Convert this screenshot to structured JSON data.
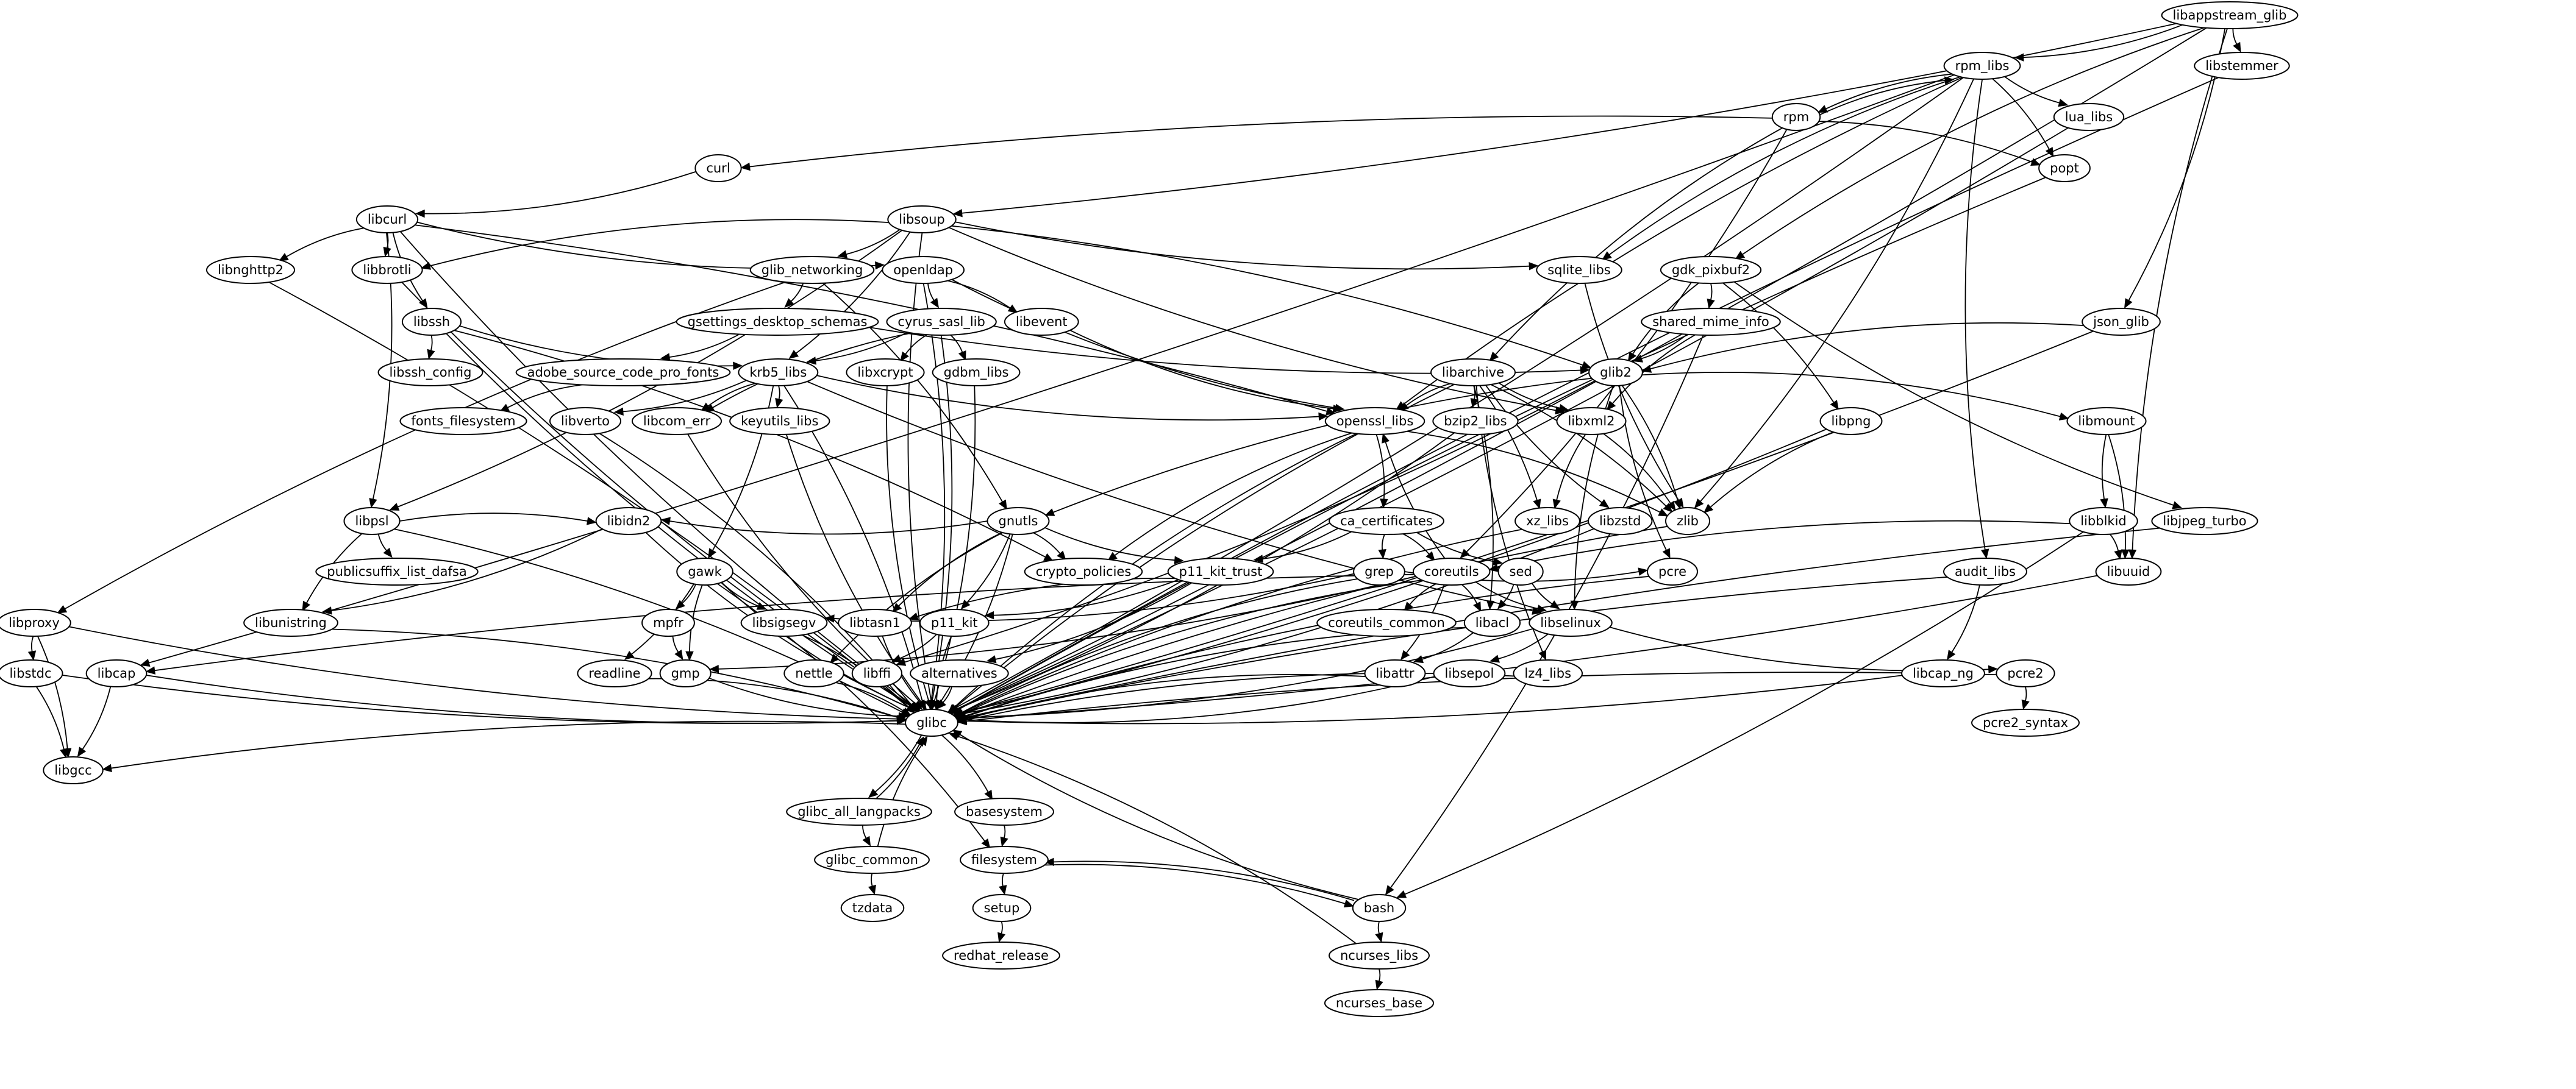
{
  "graph": {
    "type": "directed-dependency-graph",
    "colors": {
      "stroke": "#000000",
      "fill": "#ffffff",
      "background": "#ffffff"
    },
    "nodes": [
      {
        "id": "libappstream_glib",
        "label": "libappstream_glib"
      },
      {
        "id": "rpm_libs",
        "label": "rpm_libs"
      },
      {
        "id": "libstemmer",
        "label": "libstemmer"
      },
      {
        "id": "rpm",
        "label": "rpm"
      },
      {
        "id": "lua_libs",
        "label": "lua_libs"
      },
      {
        "id": "curl",
        "label": "curl"
      },
      {
        "id": "popt",
        "label": "popt"
      },
      {
        "id": "libcurl",
        "label": "libcurl"
      },
      {
        "id": "libsoup",
        "label": "libsoup"
      },
      {
        "id": "libnghttp2",
        "label": "libnghttp2"
      },
      {
        "id": "libbrotli",
        "label": "libbrotli"
      },
      {
        "id": "glib_networking",
        "label": "glib_networking"
      },
      {
        "id": "openldap",
        "label": "openldap"
      },
      {
        "id": "sqlite_libs",
        "label": "sqlite_libs"
      },
      {
        "id": "gdk_pixbuf2",
        "label": "gdk_pixbuf2"
      },
      {
        "id": "libssh",
        "label": "libssh"
      },
      {
        "id": "gsettings_desktop_schemas",
        "label": "gsettings_desktop_schemas"
      },
      {
        "id": "cyrus_sasl_lib",
        "label": "cyrus_sasl_lib"
      },
      {
        "id": "libevent",
        "label": "libevent"
      },
      {
        "id": "shared_mime_info",
        "label": "shared_mime_info"
      },
      {
        "id": "json_glib",
        "label": "json_glib"
      },
      {
        "id": "libssh_config",
        "label": "libssh_config"
      },
      {
        "id": "adobe_source_code_pro_fonts",
        "label": "adobe_source_code_pro_fonts"
      },
      {
        "id": "krb5_libs",
        "label": "krb5_libs"
      },
      {
        "id": "libxcrypt",
        "label": "libxcrypt"
      },
      {
        "id": "gdbm_libs",
        "label": "gdbm_libs"
      },
      {
        "id": "libarchive",
        "label": "libarchive"
      },
      {
        "id": "glib2",
        "label": "glib2"
      },
      {
        "id": "fonts_filesystem",
        "label": "fonts_filesystem"
      },
      {
        "id": "libverto",
        "label": "libverto"
      },
      {
        "id": "libcom_err",
        "label": "libcom_err"
      },
      {
        "id": "openssl_libs",
        "label": "openssl_libs"
      },
      {
        "id": "bzip2_libs",
        "label": "bzip2_libs"
      },
      {
        "id": "libxml2",
        "label": "libxml2"
      },
      {
        "id": "libpng",
        "label": "libpng"
      },
      {
        "id": "libmount",
        "label": "libmount"
      },
      {
        "id": "libpsl",
        "label": "libpsl"
      },
      {
        "id": "keyutils_libs",
        "label": "keyutils_libs"
      },
      {
        "id": "gnutls",
        "label": "gnutls"
      },
      {
        "id": "ca_certificates",
        "label": "ca_certificates"
      },
      {
        "id": "xz_libs",
        "label": "xz_libs"
      },
      {
        "id": "libzstd",
        "label": "libzstd"
      },
      {
        "id": "zlib",
        "label": "zlib"
      },
      {
        "id": "libblkid",
        "label": "libblkid"
      },
      {
        "id": "libjpeg_turbo",
        "label": "libjpeg_turbo"
      },
      {
        "id": "publicsuffix_list_dafsa",
        "label": "publicsuffix_list_dafsa"
      },
      {
        "id": "libidn2",
        "label": "libidn2"
      },
      {
        "id": "gawk",
        "label": "gawk"
      },
      {
        "id": "crypto_policies",
        "label": "crypto_policies"
      },
      {
        "id": "p11_kit_trust",
        "label": "p11_kit_trust"
      },
      {
        "id": "grep",
        "label": "grep"
      },
      {
        "id": "coreutils",
        "label": "coreutils"
      },
      {
        "id": "sed",
        "label": "sed"
      },
      {
        "id": "libuuid",
        "label": "libuuid"
      },
      {
        "id": "libproxy",
        "label": "libproxy"
      },
      {
        "id": "libunistring",
        "label": "libunistring"
      },
      {
        "id": "mpfr",
        "label": "mpfr"
      },
      {
        "id": "libsigsegv",
        "label": "libsigsegv"
      },
      {
        "id": "libtasn1",
        "label": "libtasn1"
      },
      {
        "id": "p11_kit",
        "label": "p11_kit"
      },
      {
        "id": "coreutils_common",
        "label": "coreutils_common"
      },
      {
        "id": "libacl",
        "label": "libacl"
      },
      {
        "id": "libselinux",
        "label": "libselinux"
      },
      {
        "id": "pcre",
        "label": "pcre"
      },
      {
        "id": "audit_libs",
        "label": "audit_libs"
      },
      {
        "id": "libstdc",
        "label": "libstdc"
      },
      {
        "id": "libcap",
        "label": "libcap"
      },
      {
        "id": "readline",
        "label": "readline"
      },
      {
        "id": "gmp",
        "label": "gmp"
      },
      {
        "id": "nettle",
        "label": "nettle"
      },
      {
        "id": "libffi",
        "label": "libffi"
      },
      {
        "id": "alternatives",
        "label": "alternatives"
      },
      {
        "id": "libattr",
        "label": "libattr"
      },
      {
        "id": "libsepol",
        "label": "libsepol"
      },
      {
        "id": "lz4_libs",
        "label": "lz4_libs"
      },
      {
        "id": "libcap_ng",
        "label": "libcap_ng"
      },
      {
        "id": "pcre2",
        "label": "pcre2"
      },
      {
        "id": "glibc",
        "label": "glibc"
      },
      {
        "id": "pcre2_syntax",
        "label": "pcre2_syntax"
      },
      {
        "id": "libgcc",
        "label": "libgcc"
      },
      {
        "id": "glibc_all_langpacks",
        "label": "glibc_all_langpacks"
      },
      {
        "id": "basesystem",
        "label": "basesystem"
      },
      {
        "id": "glibc_common",
        "label": "glibc_common"
      },
      {
        "id": "filesystem",
        "label": "filesystem"
      },
      {
        "id": "tzdata",
        "label": "tzdata"
      },
      {
        "id": "setup",
        "label": "setup"
      },
      {
        "id": "bash",
        "label": "bash"
      },
      {
        "id": "redhat_release",
        "label": "redhat_release"
      },
      {
        "id": "ncurses_libs",
        "label": "ncurses_libs"
      },
      {
        "id": "ncurses_base",
        "label": "ncurses_base"
      }
    ],
    "edges": [
      [
        "libappstream_glib",
        "rpm_libs"
      ],
      [
        "libappstream_glib",
        "libstemmer"
      ],
      [
        "libappstream_glib",
        "libsoup"
      ],
      [
        "libappstream_glib",
        "gdk_pixbuf2"
      ],
      [
        "libappstream_glib",
        "json_glib"
      ],
      [
        "libappstream_glib",
        "libuuid"
      ],
      [
        "libappstream_glib",
        "glibc"
      ],
      [
        "rpm_libs",
        "rpm"
      ],
      [
        "rpm",
        "rpm_libs"
      ],
      [
        "rpm_libs",
        "lua_libs"
      ],
      [
        "rpm_libs",
        "popt"
      ],
      [
        "rpm_libs",
        "sqlite_libs"
      ],
      [
        "rpm_libs",
        "libcap"
      ],
      [
        "rpm_libs",
        "openssl_libs"
      ],
      [
        "rpm_libs",
        "zlib"
      ],
      [
        "rpm_libs",
        "audit_libs"
      ],
      [
        "rpm_libs",
        "glibc"
      ],
      [
        "rpm",
        "curl"
      ],
      [
        "rpm",
        "popt"
      ],
      [
        "rpm",
        "libarchive"
      ],
      [
        "rpm",
        "coreutils"
      ],
      [
        "libstemmer",
        "glibc"
      ],
      [
        "lua_libs",
        "glibc"
      ],
      [
        "popt",
        "glibc"
      ],
      [
        "curl",
        "libcurl"
      ],
      [
        "libcurl",
        "libnghttp2"
      ],
      [
        "libcurl",
        "libbrotli"
      ],
      [
        "libcurl",
        "libssh"
      ],
      [
        "libcurl",
        "libpsl"
      ],
      [
        "libcurl",
        "openldap"
      ],
      [
        "libcurl",
        "openssl_libs"
      ],
      [
        "libcurl",
        "glibc"
      ],
      [
        "libsoup",
        "glib_networking"
      ],
      [
        "libsoup",
        "libbrotli"
      ],
      [
        "libsoup",
        "krb5_libs"
      ],
      [
        "libsoup",
        "sqlite_libs"
      ],
      [
        "libsoup",
        "glib2"
      ],
      [
        "libsoup",
        "libxml2"
      ],
      [
        "libsoup",
        "libpsl"
      ],
      [
        "libsoup",
        "glibc"
      ],
      [
        "libnghttp2",
        "glibc"
      ],
      [
        "libbrotli",
        "glibc"
      ],
      [
        "glib_networking",
        "gsettings_desktop_schemas"
      ],
      [
        "glib_networking",
        "libproxy"
      ],
      [
        "glib_networking",
        "gnutls"
      ],
      [
        "openldap",
        "cyrus_sasl_lib"
      ],
      [
        "openldap",
        "libevent"
      ],
      [
        "openldap",
        "openssl_libs"
      ],
      [
        "openldap",
        "glibc"
      ],
      [
        "sqlite_libs",
        "zlib"
      ],
      [
        "gdk_pixbuf2",
        "shared_mime_info"
      ],
      [
        "gdk_pixbuf2",
        "glib2"
      ],
      [
        "gdk_pixbuf2",
        "libpng"
      ],
      [
        "gdk_pixbuf2",
        "libjpeg_turbo"
      ],
      [
        "libssh",
        "libssh_config"
      ],
      [
        "libssh",
        "krb5_libs"
      ],
      [
        "libssh",
        "crypto_policies"
      ],
      [
        "libssh",
        "glibc"
      ],
      [
        "gsettings_desktop_schemas",
        "adobe_source_code_pro_fonts"
      ],
      [
        "gsettings_desktop_schemas",
        "glib2"
      ],
      [
        "cyrus_sasl_lib",
        "krb5_libs"
      ],
      [
        "cyrus_sasl_lib",
        "libxcrypt"
      ],
      [
        "cyrus_sasl_lib",
        "gdbm_libs"
      ],
      [
        "cyrus_sasl_lib",
        "libcom_err"
      ],
      [
        "cyrus_sasl_lib",
        "glibc"
      ],
      [
        "libevent",
        "openssl_libs"
      ],
      [
        "shared_mime_info",
        "glib2"
      ],
      [
        "shared_mime_info",
        "libxml2"
      ],
      [
        "shared_mime_info",
        "bash"
      ],
      [
        "json_glib",
        "glib2"
      ],
      [
        "json_glib",
        "glibc"
      ],
      [
        "adobe_source_code_pro_fonts",
        "fonts_filesystem"
      ],
      [
        "krb5_libs",
        "libverto"
      ],
      [
        "krb5_libs",
        "libcom_err"
      ],
      [
        "krb5_libs",
        "keyutils_libs"
      ],
      [
        "krb5_libs",
        "openssl_libs"
      ],
      [
        "krb5_libs",
        "gawk"
      ],
      [
        "krb5_libs",
        "libselinux"
      ],
      [
        "krb5_libs",
        "glibc"
      ],
      [
        "libxcrypt",
        "glibc"
      ],
      [
        "gdbm_libs",
        "glibc"
      ],
      [
        "libarchive",
        "openssl_libs"
      ],
      [
        "libarchive",
        "bzip2_libs"
      ],
      [
        "libarchive",
        "libxml2"
      ],
      [
        "libarchive",
        "xz_libs"
      ],
      [
        "libarchive",
        "libzstd"
      ],
      [
        "libarchive",
        "zlib"
      ],
      [
        "libarchive",
        "lz4_libs"
      ],
      [
        "libarchive",
        "libacl"
      ],
      [
        "libarchive",
        "glibc"
      ],
      [
        "glib2",
        "libmount"
      ],
      [
        "glib2",
        "libselinux"
      ],
      [
        "glib2",
        "zlib"
      ],
      [
        "glib2",
        "pcre"
      ],
      [
        "glib2",
        "libffi"
      ],
      [
        "glib2",
        "gnutls"
      ],
      [
        "libverto",
        "glibc"
      ],
      [
        "libcom_err",
        "glibc"
      ],
      [
        "openssl_libs",
        "ca_certificates"
      ],
      [
        "openssl_libs",
        "crypto_policies"
      ],
      [
        "openssl_libs",
        "zlib"
      ],
      [
        "openssl_libs",
        "glibc"
      ],
      [
        "bzip2_libs",
        "glibc"
      ],
      [
        "libxml2",
        "xz_libs"
      ],
      [
        "libxml2",
        "zlib"
      ],
      [
        "libpng",
        "zlib"
      ],
      [
        "libpng",
        "glibc"
      ],
      [
        "libmount",
        "libblkid"
      ],
      [
        "libmount",
        "libuuid"
      ],
      [
        "libpsl",
        "publicsuffix_list_dafsa"
      ],
      [
        "libpsl",
        "libidn2"
      ],
      [
        "libpsl",
        "libunistring"
      ],
      [
        "libpsl",
        "glibc"
      ],
      [
        "keyutils_libs",
        "glibc"
      ],
      [
        "gnutls",
        "crypto_policies"
      ],
      [
        "gnutls",
        "p11_kit_trust"
      ],
      [
        "gnutls",
        "libidn2"
      ],
      [
        "gnutls",
        "libtasn1"
      ],
      [
        "gnutls",
        "p11_kit"
      ],
      [
        "gnutls",
        "nettle"
      ],
      [
        "gnutls",
        "glibc"
      ],
      [
        "ca_certificates",
        "grep"
      ],
      [
        "ca_certificates",
        "coreutils"
      ],
      [
        "ca_certificates",
        "sed"
      ],
      [
        "ca_certificates",
        "p11_kit_trust"
      ],
      [
        "xz_libs",
        "glibc"
      ],
      [
        "libzstd",
        "glibc"
      ],
      [
        "zlib",
        "glibc"
      ],
      [
        "libblkid",
        "libuuid"
      ],
      [
        "libblkid",
        "coreutils"
      ],
      [
        "libblkid",
        "bash"
      ],
      [
        "libjpeg_turbo",
        "glibc"
      ],
      [
        "libidn2",
        "libunistring"
      ],
      [
        "libidn2",
        "glibc"
      ],
      [
        "gawk",
        "mpfr"
      ],
      [
        "gawk",
        "gmp"
      ],
      [
        "gawk",
        "readline"
      ],
      [
        "gawk",
        "libsigsegv"
      ],
      [
        "gawk",
        "filesystem"
      ],
      [
        "gawk",
        "glibc"
      ],
      [
        "p11_kit_trust",
        "p11_kit"
      ],
      [
        "p11_kit_trust",
        "libtasn1"
      ],
      [
        "p11_kit_trust",
        "alternatives"
      ],
      [
        "grep",
        "pcre"
      ],
      [
        "grep",
        "libsigsegv"
      ],
      [
        "grep",
        "glibc"
      ],
      [
        "coreutils",
        "openssl_libs"
      ],
      [
        "coreutils",
        "coreutils_common"
      ],
      [
        "coreutils",
        "libacl"
      ],
      [
        "coreutils",
        "libselinux"
      ],
      [
        "coreutils",
        "libattr"
      ],
      [
        "coreutils",
        "libcap"
      ],
      [
        "coreutils",
        "gmp"
      ],
      [
        "coreutils",
        "glibc"
      ],
      [
        "sed",
        "libacl"
      ],
      [
        "sed",
        "libselinux"
      ],
      [
        "libuuid",
        "glibc"
      ],
      [
        "libproxy",
        "libstdc"
      ],
      [
        "libproxy",
        "libgcc"
      ],
      [
        "libproxy",
        "glibc"
      ],
      [
        "libunistring",
        "glibc"
      ],
      [
        "mpfr",
        "gmp"
      ],
      [
        "libsigsegv",
        "glibc"
      ],
      [
        "libtasn1",
        "glibc"
      ],
      [
        "p11_kit",
        "libffi"
      ],
      [
        "p11_kit",
        "glibc"
      ],
      [
        "libacl",
        "libattr"
      ],
      [
        "libacl",
        "glibc"
      ],
      [
        "libselinux",
        "libsepol"
      ],
      [
        "libselinux",
        "pcre2"
      ],
      [
        "libselinux",
        "glibc"
      ],
      [
        "pcre",
        "glibc"
      ],
      [
        "audit_libs",
        "libcap_ng"
      ],
      [
        "audit_libs",
        "glibc"
      ],
      [
        "libstdc",
        "libgcc"
      ],
      [
        "libstdc",
        "glibc"
      ],
      [
        "libcap",
        "libgcc"
      ],
      [
        "libcap",
        "glibc"
      ],
      [
        "readline",
        "glibc"
      ],
      [
        "gmp",
        "glibc"
      ],
      [
        "nettle",
        "glibc"
      ],
      [
        "libffi",
        "glibc"
      ],
      [
        "alternatives",
        "glibc"
      ],
      [
        "libattr",
        "glibc"
      ],
      [
        "libsepol",
        "glibc"
      ],
      [
        "lz4_libs",
        "glibc"
      ],
      [
        "libcap_ng",
        "glibc"
      ],
      [
        "pcre2",
        "glibc"
      ],
      [
        "pcre2",
        "pcre2_syntax"
      ],
      [
        "glibc",
        "libgcc"
      ],
      [
        "glibc",
        "glibc_all_langpacks"
      ],
      [
        "glibc_all_langpacks",
        "glibc"
      ],
      [
        "glibc",
        "basesystem"
      ],
      [
        "glibc_all_langpacks",
        "glibc_common"
      ],
      [
        "glibc_common",
        "glibc"
      ],
      [
        "glibc_common",
        "tzdata"
      ],
      [
        "basesystem",
        "filesystem"
      ],
      [
        "filesystem",
        "setup"
      ],
      [
        "filesystem",
        "bash"
      ],
      [
        "bash",
        "filesystem"
      ],
      [
        "bash",
        "glibc"
      ],
      [
        "bash",
        "ncurses_libs"
      ],
      [
        "setup",
        "redhat_release"
      ],
      [
        "ncurses_libs",
        "glibc"
      ],
      [
        "ncurses_libs",
        "ncurses_base"
      ]
    ]
  }
}
